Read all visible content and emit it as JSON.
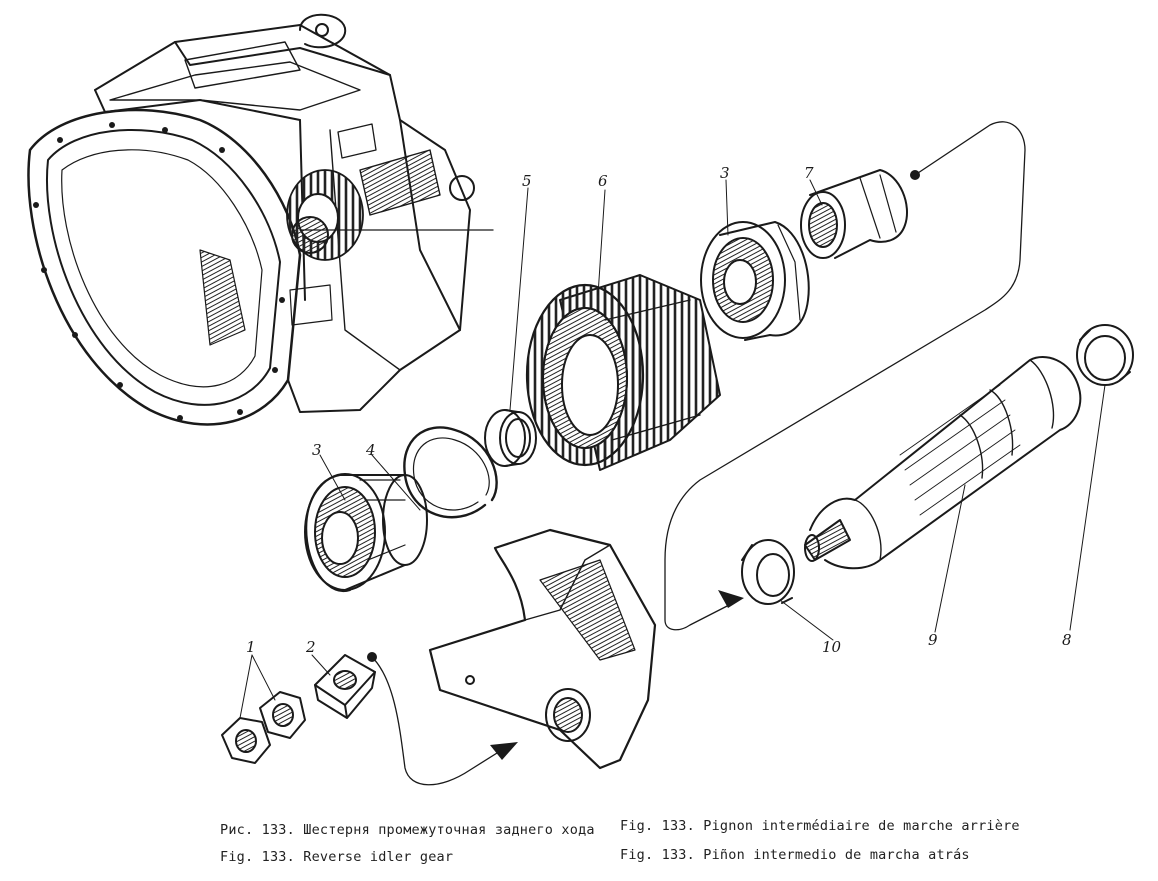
{
  "captions": {
    "ru": "Рис. 133. Шестерня промежуточная заднего хода",
    "en": "Fig. 133. Reverse idler gear",
    "fr": "Fig. 133. Pignon intermédiaire de marche arrière",
    "es": "Fig. 133. Piñon intermedio de marcha atrás"
  },
  "callouts": [
    "1",
    "2",
    "3",
    "4",
    "5",
    "6",
    "3",
    "7",
    "8",
    "9",
    "10"
  ]
}
